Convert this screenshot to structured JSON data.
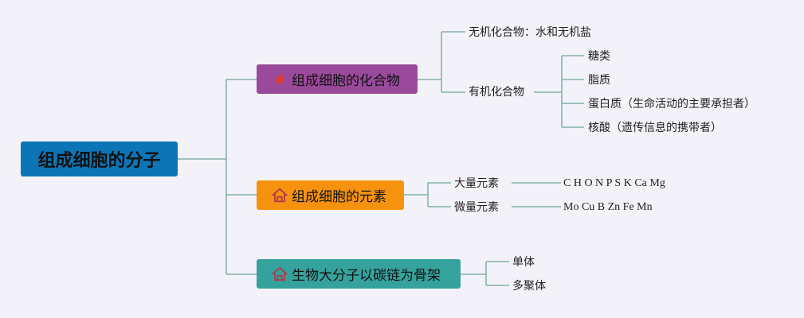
{
  "colors": {
    "background": "#f3f2f8",
    "line": "#6fa3a0",
    "root": "#0b75b6",
    "compounds": "#9b4a9b",
    "elements": "#f7920f",
    "skeleton": "#35a29d",
    "fire_icon": "#e03b2f",
    "house_icon": "#b03a4a"
  },
  "root": {
    "label": "组成细胞的分子"
  },
  "branches": [
    {
      "label": "组成细胞的化合物",
      "icon": "fire-icon",
      "children": [
        {
          "label": "无机化合物：水和无机盐"
        },
        {
          "label": "有机化合物",
          "children": [
            {
              "label": "糖类"
            },
            {
              "label": "脂质"
            },
            {
              "label": "蛋白质（生命活动的主要承担者）"
            },
            {
              "label": "核酸（遗传信息的携带者）"
            }
          ]
        }
      ]
    },
    {
      "label": "组成细胞的元素",
      "icon": "house-icon",
      "children": [
        {
          "label": "大量元素",
          "children": [
            {
              "label": "C H O N P S K Ca Mg"
            }
          ]
        },
        {
          "label": "微量元素",
          "children": [
            {
              "label": "Mo Cu B Zn Fe Mn"
            }
          ]
        }
      ]
    },
    {
      "label": "生物大分子以碳链为骨架",
      "icon": "house-icon",
      "children": [
        {
          "label": "单体"
        },
        {
          "label": "多聚体"
        }
      ]
    }
  ]
}
